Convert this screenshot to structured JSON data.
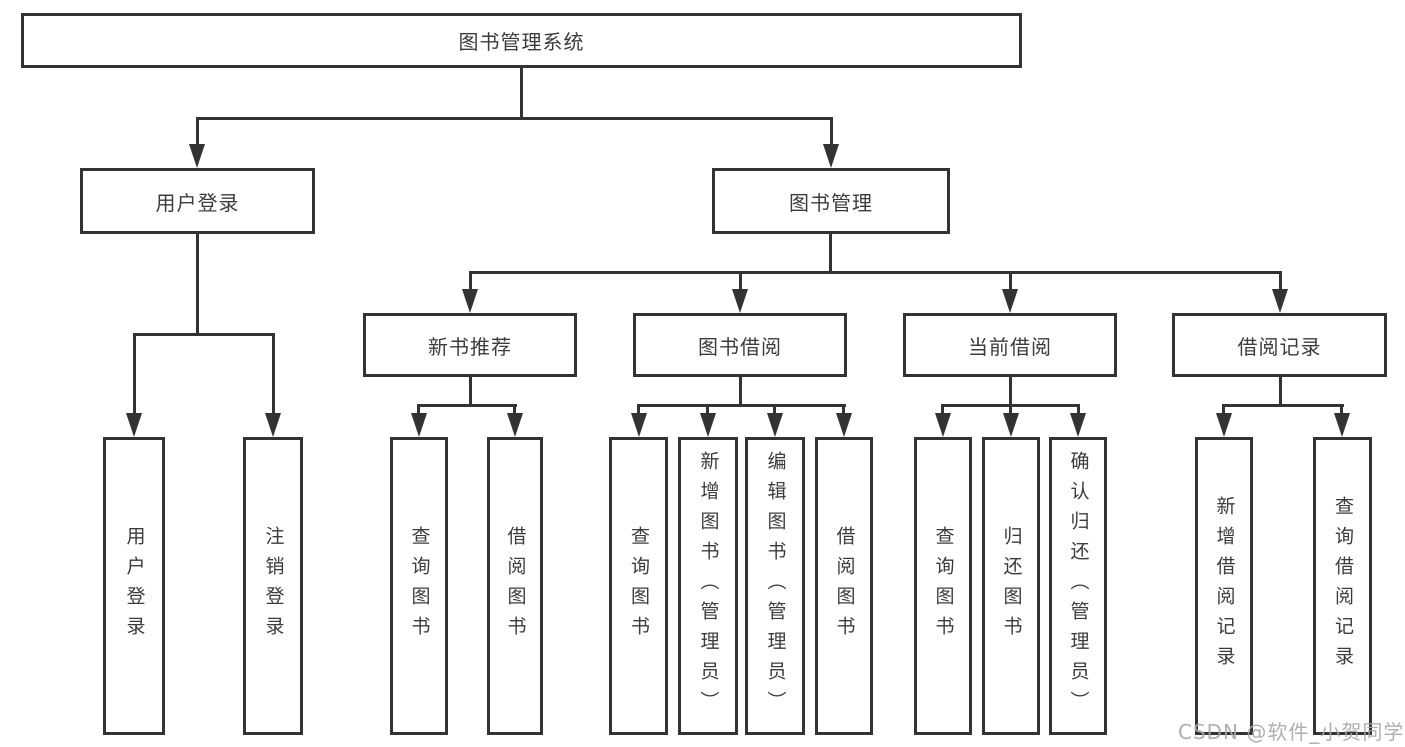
{
  "tree": {
    "root": {
      "label": "图书管理系统"
    },
    "branches": [
      {
        "label": "用户登录",
        "children": [
          {
            "label": "用户登录"
          },
          {
            "label": "注销登录"
          }
        ]
      },
      {
        "label": "图书管理",
        "children": [
          {
            "label": "新书推荐",
            "children": [
              {
                "label": "查询图书"
              },
              {
                "label": "借阅图书"
              }
            ]
          },
          {
            "label": "图书借阅",
            "children": [
              {
                "label": "查询图书"
              },
              {
                "label": "新增图书（管理员）"
              },
              {
                "label": "编辑图书（管理员）"
              },
              {
                "label": "借阅图书"
              }
            ]
          },
          {
            "label": "当前借阅",
            "children": [
              {
                "label": "查询图书"
              },
              {
                "label": "归还图书"
              },
              {
                "label": "确认归还（管理员）"
              }
            ]
          },
          {
            "label": "借阅记录",
            "children": [
              {
                "label": "新增借阅记录"
              },
              {
                "label": "查询借阅记录"
              }
            ]
          }
        ]
      }
    ]
  },
  "watermark": {
    "text": "CSDN @软件_小贺同学"
  },
  "colors": {
    "line": "#333333",
    "text": "#3c3c3c",
    "watermark": "#a8a8a8",
    "background": "#ffffff"
  }
}
